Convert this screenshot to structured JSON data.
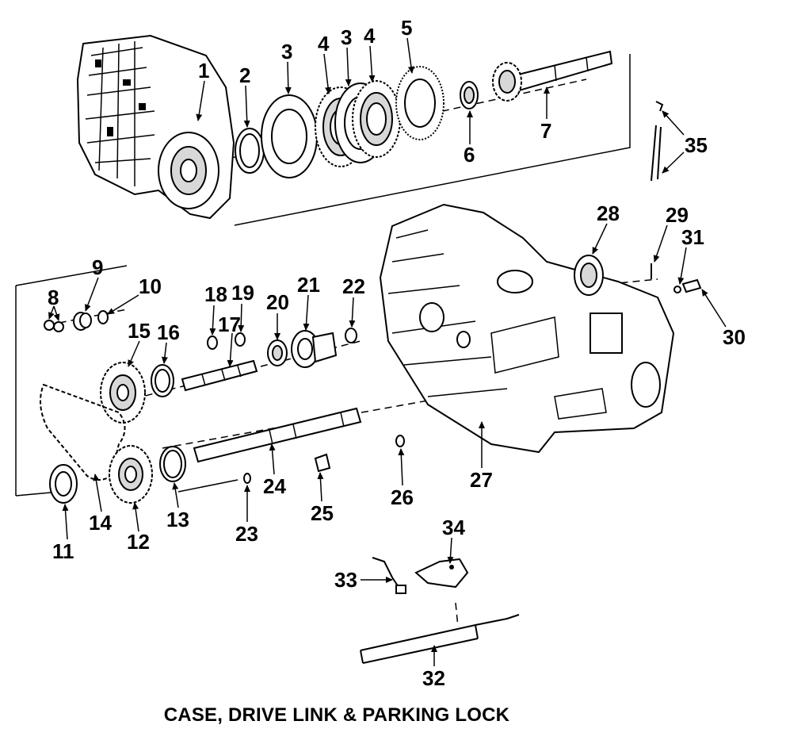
{
  "caption": "CASE, DRIVE LINK & PARKING LOCK",
  "callouts": [
    "1",
    "2",
    "3",
    "4",
    "3",
    "4",
    "5",
    "6",
    "7",
    "8",
    "9",
    "10",
    "11",
    "12",
    "13",
    "14",
    "15",
    "16",
    "17",
    "18",
    "19",
    "20",
    "21",
    "22",
    "23",
    "24",
    "25",
    "26",
    "27",
    "28",
    "29",
    "30",
    "31",
    "32",
    "33",
    "34",
    "35"
  ]
}
